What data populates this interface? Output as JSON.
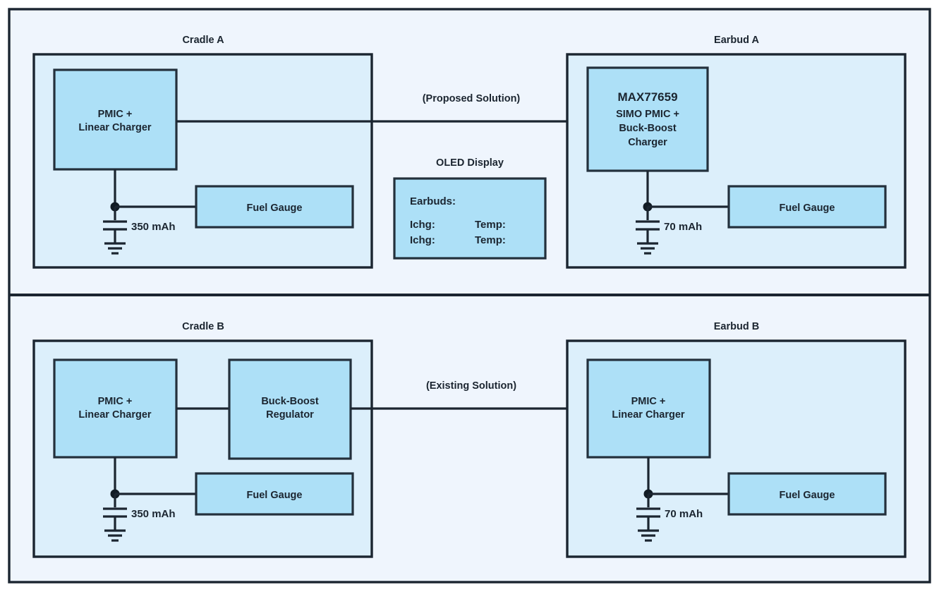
{
  "diagram": {
    "title_top_left": "Cradle A",
    "title_top_right": "Earbud A",
    "title_bottom_left": "Cradle B",
    "title_bottom_right": "Earbud B",
    "annotation_top": "(Proposed Solution)",
    "annotation_bottom": "(Existing Solution)",
    "oled_caption": "OLED Display",
    "colors": {
      "background": "#eff5fd",
      "panel_fill": "#dcefFB",
      "block_fill": "#ade0f7",
      "stroke": "#1b2530"
    }
  },
  "cradle_a": {
    "pmic_line1": "PMIC +",
    "pmic_line2": "Linear Charger",
    "fuel_gauge": "Fuel Gauge",
    "battery_capacity": "350 mAh"
  },
  "earbud_a": {
    "part_number": "MAX77659",
    "desc_line1": "SIMO PMIC +",
    "desc_line2": "Buck-Boost",
    "desc_line3": "Charger",
    "fuel_gauge": "Fuel Gauge",
    "battery_capacity": "70 mAh"
  },
  "oled_display": {
    "header": "Earbuds:",
    "rows": [
      {
        "left": "Ichg:",
        "right": "Temp:"
      },
      {
        "left": "Ichg:",
        "right": "Temp:"
      }
    ]
  },
  "cradle_b": {
    "pmic_line1": "PMIC +",
    "pmic_line2": "Linear Charger",
    "regulator_line1": "Buck-Boost",
    "regulator_line2": "Regulator",
    "fuel_gauge": "Fuel Gauge",
    "battery_capacity": "350 mAh"
  },
  "earbud_b": {
    "pmic_line1": "PMIC +",
    "pmic_line2": "Linear Charger",
    "fuel_gauge": "Fuel Gauge",
    "battery_capacity": "70 mAh"
  }
}
